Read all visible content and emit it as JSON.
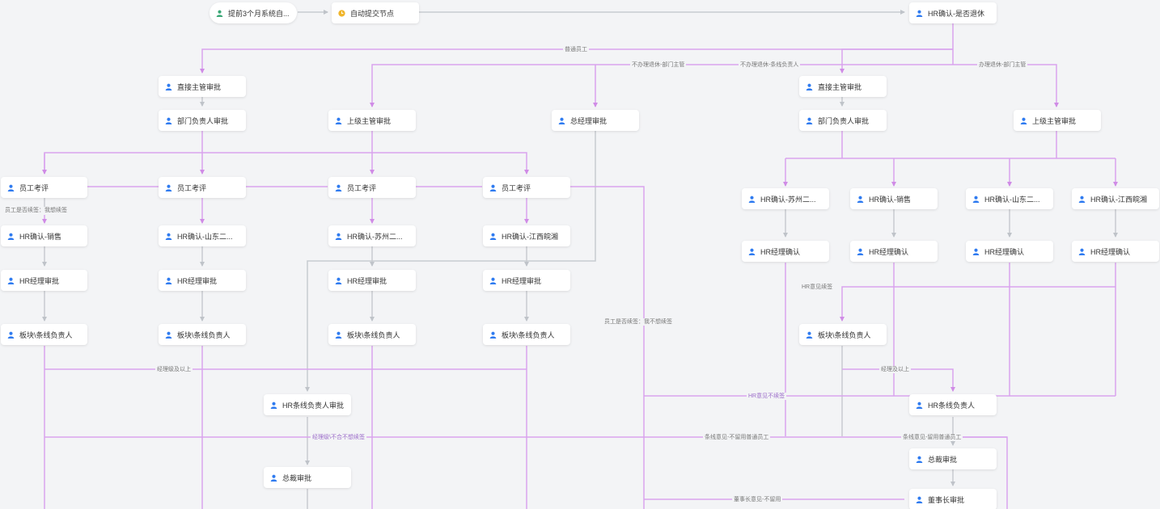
{
  "colors": {
    "branch_line": "#d9a3ee",
    "default_line": "#c8cbd0",
    "user_icon": "#2f7bf0",
    "start_icon": "#3aa776",
    "auto_icon": "#f0b429"
  },
  "nodes": {
    "start": "提前3个月系统自...",
    "auto_submit": "自动提交节点",
    "hr_confirm_retire": "HR确认-是否退休",
    "l_direct_mgr": "直接主管审批",
    "l_dept_head": "部门负责人审批",
    "l_superior": "上级主管审批",
    "l_gm": "总经理审批",
    "r_direct_mgr": "直接主管审批",
    "r_dept_head": "部门负责人审批",
    "r_superior": "上级主管审批",
    "eval_1": "员工考评",
    "eval_2": "员工考评",
    "eval_3": "员工考评",
    "eval_4": "员工考评",
    "hr_sales_l": "HR确认-销售",
    "hr_shandong_l": "HR确认-山东二...",
    "hr_suzhou_l": "HR确认-苏州二...",
    "hr_jiangxi_l": "HR确认-江西皖湘",
    "hrmgr_1": "HR经理审批",
    "hrmgr_2": "HR经理审批",
    "hrmgr_3": "HR经理审批",
    "hrmgr_4": "HR经理审批",
    "sector_1": "板块\\条线负责人",
    "sector_2": "板块\\条线负责人",
    "sector_3": "板块\\条线负责人",
    "sector_4": "板块\\条线负责人",
    "hr_line_head_approve": "HR条线负责人审批",
    "president_l": "总裁审批",
    "hr_suzhou_r": "HR确认-苏州二...",
    "hr_sales_r": "HR确认-销售",
    "hr_shandong_r": "HR确认-山东二...",
    "hr_jiangxi_r": "HR确认-江西皖湘",
    "hrmgr_confirm_1": "HR经理确认",
    "hrmgr_confirm_2": "HR经理确认",
    "hrmgr_confirm_3": "HR经理确认",
    "hrmgr_confirm_4": "HR经理确认",
    "sector_r": "板块\\条线负责人",
    "hr_line_head": "HR条线负责人",
    "president_r": "总裁审批",
    "chairman": "董事长审批"
  },
  "edge_labels": {
    "regular_employee": "普通员工",
    "no_retire_dept": "不办理退休-部门主管",
    "no_retire_line": "不办理退休-条线负责人",
    "retire_dept": "办理退休-部门主管",
    "emp_keep_yes": "员工是否续签：我想续签",
    "emp_keep_no": "员工是否续签：我不想续签",
    "mgr_above_l": "经理级及以上",
    "mgr_above_r": "经理及以上",
    "hr_opinion_renew": "HR意见续签",
    "hr_opinion_no_renew": "HR意见不续签",
    "mgr_disagree": "经理级\\不合不想续签",
    "line_no_keep": "条线意见-不留用普通员工",
    "line_keep": "条线意见-留用普通员工",
    "chairman_no_keep": "董事长意见-不留用"
  }
}
